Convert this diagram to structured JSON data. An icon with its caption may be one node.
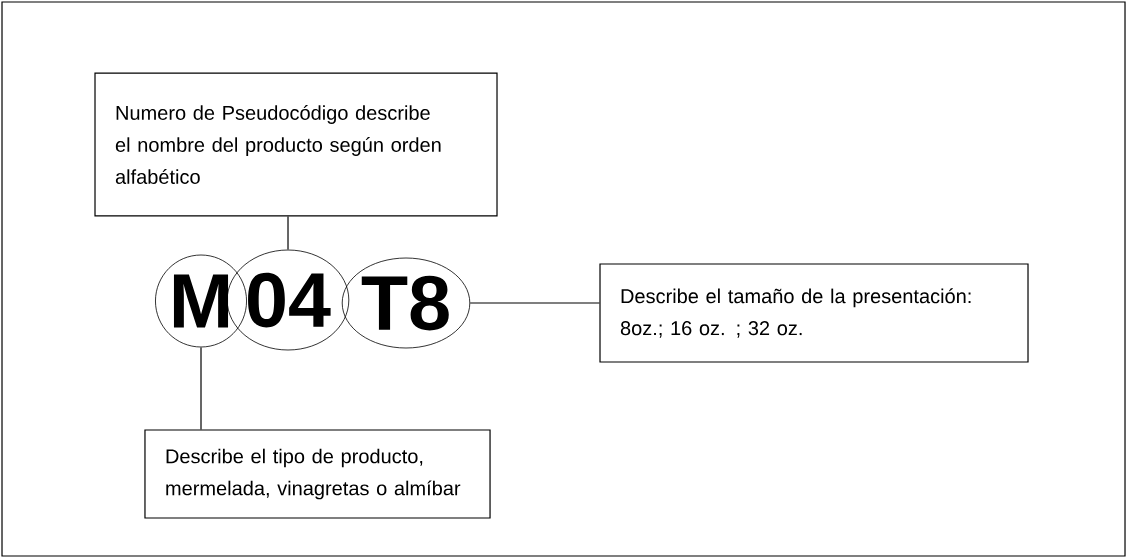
{
  "diagram": {
    "nodes": [
      {
        "text": [
          "Numero de Pseudocódigo describe el nombre del producto según orden alfabético"
        ]
      },
      {
        "text": [
          "M"
        ]
      },
      {
        "text": [
          "04"
        ]
      },
      {
        "text": [
          "T8"
        ]
      },
      {
        "text": [
          "Describe el tamaño de la presentación: 8oz.; 16 oz. ; 32 oz."
        ]
      },
      {
        "text": [
          "Describe el tipo de producto, mermelada, vinagretas o almíbar"
        ]
      }
    ],
    "edges": [
      {
        "from": 0,
        "to": 2,
        "arrow": "none"
      },
      {
        "from": 3,
        "to": 4,
        "arrow": "none"
      },
      {
        "from": 1,
        "to": 5,
        "arrow": "none"
      }
    ]
  }
}
